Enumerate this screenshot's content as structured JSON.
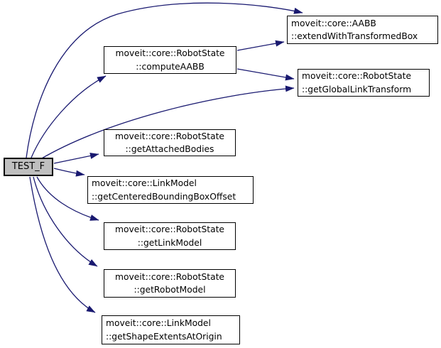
{
  "diagram": {
    "type": "call-graph",
    "colors": {
      "background": "#ffffff",
      "edge": "#191970",
      "node_border": "#000000",
      "node_fill": "#ffffff",
      "root_fill": "#bfbfbf",
      "text": "#000000"
    },
    "root": {
      "label": "TEST_F"
    },
    "nodes": {
      "extendWithTransformedBox": {
        "line1": "moveit::core::AABB",
        "line2": "::extendWithTransformedBox"
      },
      "computeAABB": {
        "line1": "moveit::core::RobotState",
        "line2": "::computeAABB"
      },
      "getGlobalLinkTransform": {
        "line1": "moveit::core::RobotState",
        "line2": "::getGlobalLinkTransform"
      },
      "getAttachedBodies": {
        "line1": "moveit::core::RobotState",
        "line2": "::getAttachedBodies"
      },
      "getCenteredBoundingBoxOffset": {
        "line1": "moveit::core::LinkModel",
        "line2": "::getCenteredBoundingBoxOffset"
      },
      "getLinkModel": {
        "line1": "moveit::core::RobotState",
        "line2": "::getLinkModel"
      },
      "getRobotModel": {
        "line1": "moveit::core::RobotState",
        "line2": "::getRobotModel"
      },
      "getShapeExtentsAtOrigin": {
        "line1": "moveit::core::LinkModel",
        "line2": "::getShapeExtentsAtOrigin"
      }
    },
    "edges": [
      {
        "from": "TEST_F",
        "to": "moveit::core::AABB::extendWithTransformedBox"
      },
      {
        "from": "TEST_F",
        "to": "moveit::core::RobotState::computeAABB"
      },
      {
        "from": "TEST_F",
        "to": "moveit::core::RobotState::getGlobalLinkTransform"
      },
      {
        "from": "TEST_F",
        "to": "moveit::core::RobotState::getAttachedBodies"
      },
      {
        "from": "TEST_F",
        "to": "moveit::core::LinkModel::getCenteredBoundingBoxOffset"
      },
      {
        "from": "TEST_F",
        "to": "moveit::core::RobotState::getLinkModel"
      },
      {
        "from": "TEST_F",
        "to": "moveit::core::RobotState::getRobotModel"
      },
      {
        "from": "TEST_F",
        "to": "moveit::core::LinkModel::getShapeExtentsAtOrigin"
      },
      {
        "from": "moveit::core::RobotState::computeAABB",
        "to": "moveit::core::AABB::extendWithTransformedBox"
      },
      {
        "from": "moveit::core::RobotState::computeAABB",
        "to": "moveit::core::RobotState::getGlobalLinkTransform"
      }
    ]
  }
}
